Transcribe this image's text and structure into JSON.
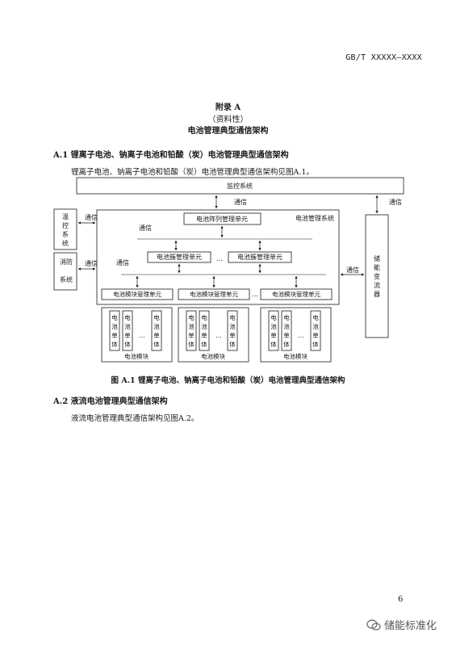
{
  "header": {
    "doc_code": "GB/T XXXXX—XXXX"
  },
  "annex": {
    "title": "附录 A",
    "type": "（资料性）",
    "name": "电池管理典型通信架构"
  },
  "section_a1": {
    "heading": "A.1  锂离子电池、钠离子电池和铅酸（炭）电池管理典型通信架构",
    "text": "锂离子电池、钠离子电池和铅酸（炭）电池管理典型通信架构见图A.1。"
  },
  "diagram": {
    "monitoring_system": "监控系统",
    "comm": "通信",
    "bms_system": "电池管理系统",
    "array_unit": "电池阵列管理单元",
    "cluster_unit": "电池簇管理单元",
    "module_unit": "电池模块管理单元",
    "ellipsis": "…",
    "temp_control": [
      "温",
      "控",
      "系",
      "统"
    ],
    "fire_protection": [
      "消",
      "防",
      "系",
      "统"
    ],
    "pcs": [
      "储",
      "能",
      "变",
      "流",
      "器"
    ],
    "cell": [
      "电",
      "池",
      "单",
      "体"
    ],
    "module": "电池模块"
  },
  "figure": {
    "caption": "图 A.1  锂离子电池、钠离子电池和铅酸（炭）电池管理典型通信架构"
  },
  "section_a2": {
    "heading": "A.2  液流电池管理典型通信架构",
    "text": "液流电池管理典型通信架构见图A.2。"
  },
  "footer": {
    "page_number": "6",
    "watermark": "储能标准化"
  }
}
